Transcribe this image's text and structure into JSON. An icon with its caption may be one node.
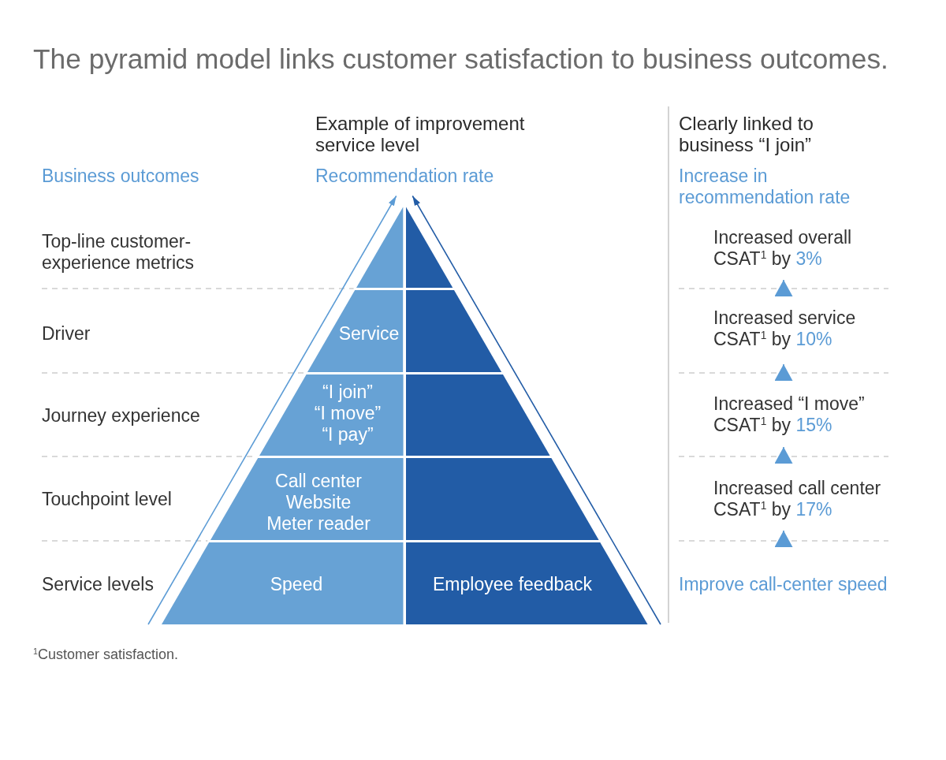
{
  "diagram": {
    "title": "The pyramid model links customer satisfaction to business outcomes.",
    "nodes": [
      {
        "text": [
          "Recommendation rate"
        ]
      },
      {
        "text": [],
        "shape": "triangle"
      },
      {
        "text": [],
        "shape": "triangle"
      },
      {
        "text": [
          "Service"
        ]
      },
      {
        "text": [],
        "shape": "trapezoid"
      },
      {
        "text": [
          "“I join”",
          "“I move”",
          "“I pay”"
        ]
      },
      {
        "text": [],
        "shape": "trapezoid"
      },
      {
        "text": [
          "Call center",
          "Website",
          "Meter reader"
        ]
      },
      {
        "text": [],
        "shape": "trapezoid"
      },
      {
        "text": [
          "Speed"
        ]
      },
      {
        "text": [
          "Employee feedback"
        ]
      },
      {
        "text": [
          "Increased overall CSAT$^{1}$ by",
          "3%"
        ]
      },
      {
        "text": [
          "Increased service CSAT$^{1}$ by",
          "10%"
        ]
      },
      {
        "text": [
          "Increased “I move” CSAT$^{1}$ by",
          "15%"
        ]
      },
      {
        "text": [
          "Increased call center CSAT$^{1}$ by",
          "17%"
        ]
      },
      {
        "text": [
          "Improve call-center speed"
        ]
      }
    ],
    "edges": [
      {
        "from": null,
        "to": 0,
        "arrow": "to"
      },
      {
        "from": null,
        "to": 0,
        "arrow": "to",
        "color": "#225ca6"
      },
      {
        "from": 15,
        "to": 14,
        "arrow": "to"
      },
      {
        "from": 14,
        "to": 13,
        "arrow": "to"
      },
      {
        "from": 13,
        "to": 12,
        "arrow": "to"
      },
      {
        "from": 12,
        "to": 11,
        "arrow": "to"
      }
    ],
    "labels": [
      "Example of improvement service level",
      "Clearly linked to business “I join”",
      "Business outcomes",
      "Increase in recommendation rate",
      "Top-line customer-experience metrics",
      "Driver",
      "Journey experience",
      "Touchpoint level",
      "Service levels",
      "$^{1}$Customer satisfaction."
    ]
  }
}
